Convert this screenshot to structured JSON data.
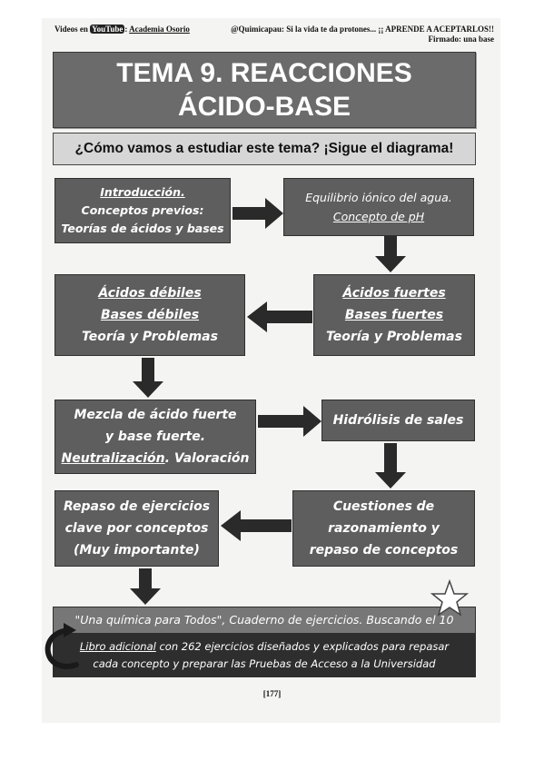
{
  "header": {
    "left_prefix": "Videos en",
    "youtube_label": "YouTube",
    "left_suffix": ":",
    "channel": "Academia Osorio",
    "right_line1": "@Quimicapau: Si la vida te da protones... ¡¡ APRENDE A ACEPTARLOS!!",
    "right_line2": "Firmado: una base"
  },
  "title": {
    "line1": "TEMA 9. REACCIONES",
    "line2": "ÁCIDO-BASE"
  },
  "subtitle": "¿Cómo vamos a estudiar este tema? ¡Sigue el diagrama!",
  "boxes": {
    "intro": {
      "line1": "Introducción.",
      "line2": "Conceptos previos:",
      "line3": "Teorías de ácidos y bases"
    },
    "equilibrio": {
      "line1": "Equilibrio iónico del agua.",
      "line2": "Concepto de pH"
    },
    "fuertes": {
      "line1": "Ácidos fuertes",
      "line2": "Bases fuertes",
      "line3": "Teoría y Problemas"
    },
    "debiles": {
      "line1": "Ácidos débiles",
      "line2": "Bases débiles",
      "line3": "Teoría y Problemas"
    },
    "mezcla": {
      "line1": "Mezcla de ácido fuerte",
      "line2": "y base fuerte.",
      "line3a": "Neutralización",
      "line3b": ". Valoración"
    },
    "hidrolisis": {
      "line1": "Hidrólisis de sales"
    },
    "cuestiones": {
      "line1": "Cuestiones de",
      "line2": "razonamiento y",
      "line3": "repaso de conceptos"
    },
    "repaso": {
      "line1": "Repaso de ejercicios",
      "line2": "clave por conceptos",
      "line3": "(Muy importante)"
    }
  },
  "bottom": {
    "line1": "\"Una química para Todos\", Cuaderno de ejercicios. Buscando el 10",
    "line2_link": "Libro adicional",
    "line2_rest": " con 262 ejercicios diseñados y explicados para repasar",
    "line3": "cada concepto y preparar las Pruebas de Acceso a la Universidad"
  },
  "page_number": "[177]",
  "icons": {
    "star": "star-outline-icon",
    "curved_arrow": "curved-arrow-icon"
  },
  "colors": {
    "box": "#5e5e5e",
    "title_box": "#6b6b6b",
    "subtitle_box": "#d6d6d6",
    "arrow": "#2a2a2a"
  }
}
